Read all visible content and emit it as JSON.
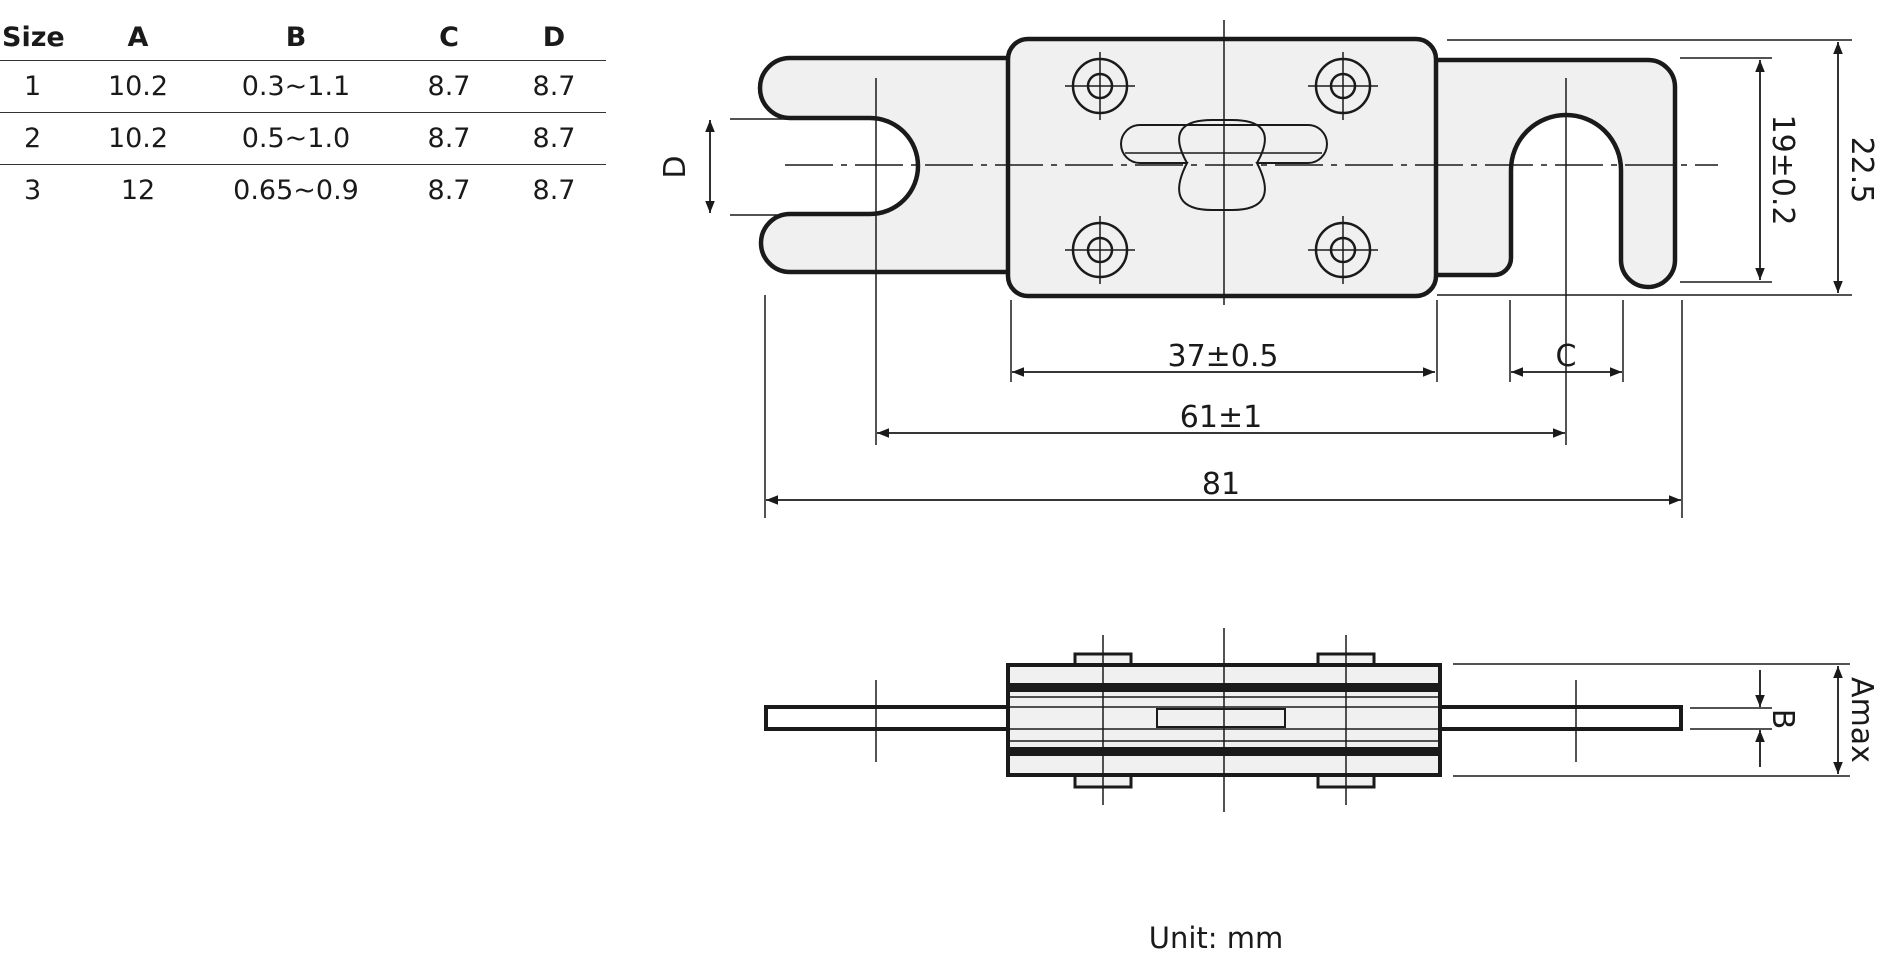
{
  "table": {
    "headers": [
      "Size",
      "A",
      "B",
      "C",
      "D"
    ],
    "rows": [
      [
        "1",
        "10.2",
        "0.3~1.1",
        "8.7",
        "8.7"
      ],
      [
        "2",
        "10.2",
        "0.5~1.0",
        "8.7",
        "8.7"
      ],
      [
        "3",
        "12",
        "0.65~0.9",
        "8.7",
        "8.7"
      ]
    ]
  },
  "top_view": {
    "label_d": "D",
    "label_height_inner": "19±0.2",
    "label_height_outer": "22.5",
    "label_body_width": "37±0.5",
    "label_slot_width": "C",
    "label_center_span": "61±1",
    "label_total_length": "81"
  },
  "side_view": {
    "label_thickness": "B",
    "label_height": "Amax"
  },
  "footer": {
    "unit_note": "Unit: mm"
  },
  "colors": {
    "line": "#1a1a1a",
    "fill": "#f0f0f0",
    "background": "#ffffff"
  }
}
